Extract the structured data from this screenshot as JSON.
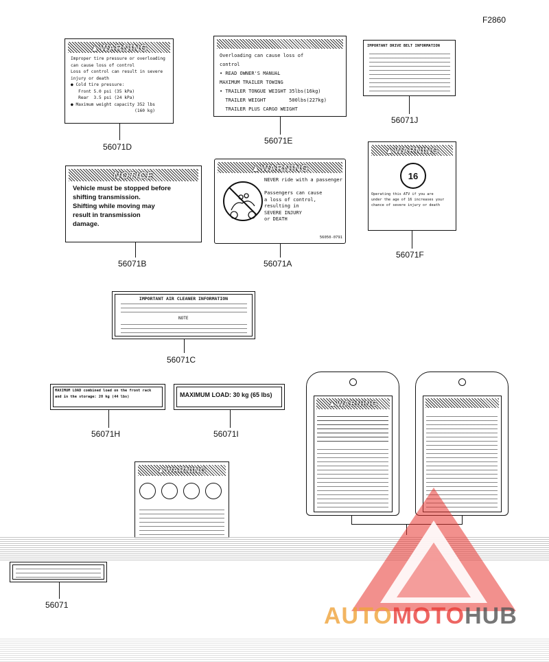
{
  "diagram_code": "F2860",
  "parts": {
    "d": "56071D",
    "e": "56071E",
    "j": "56071J",
    "b": "56071B",
    "a": "56071A",
    "f": "56071F",
    "c": "56071C",
    "h": "56071H",
    "i": "56071I",
    "base": "56071"
  },
  "labels": {
    "warning": "WARNING",
    "notice": "NOTICE",
    "d_text": "Improper tire pressure or overloading\ncan cause loss of control\nLoss of control can result in severe\ninjury or death\n● Cold tire pressure:\n   Front 5.0 psi (35 kPa)\n   Rear  3.5 psi (24 kPa)\n● Maximum weight capacity 352 lbs\n                         (160 kg)",
    "e_text": "Overloading can cause loss of\ncontrol\n• READ OWNER'S MANUAL\nMAXIMUM TRAILER TOWING\n• TRAILER TONGUE WEIGHT 35lbs(16kg)\n  TRAILER WEIGHT        500lbs(227kg)\n  TRAILER PLUS CARGO WEIGHT",
    "j_title": "IMPORTANT DRIVE BELT INFORMATION",
    "b_text": "Vehicle must be stopped before\nshifting transmission.\nShifting while moving may\nresult in transmission\ndamage.",
    "a_text": "NEVER ride with a passenger\n\nPassengers can cause\na loss of control,\nresulting in\nSEVERE INJURY\nor DEATH",
    "a_code": "56050-0791",
    "f_badge": "16",
    "f_text": "Operating this ATV if you are\nunder the age of 16 increases your\nchance of severe injury or death",
    "c_title": "IMPORTANT AIR CLEANER INFORMATION",
    "c_note": "NOTE",
    "h_text": "MAXIMUM LOAD combined load on the front rack\nand in the storage: 20 kg (44 lbs)",
    "i_text": "MAXIMUM LOAD: 30 kg (65 lbs)"
  },
  "watermark": {
    "part1": "AUTO",
    "part2": "MOTO",
    "part3": "HUB"
  }
}
